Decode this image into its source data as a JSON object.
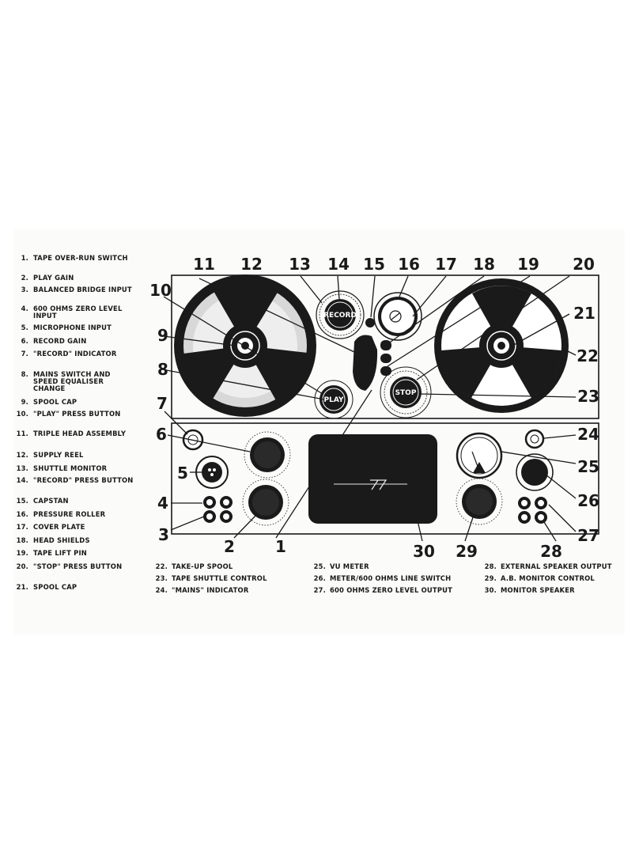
{
  "legend_left": [
    {
      "num": "1.",
      "text": "TAPE OVER-RUN SWITCH"
    },
    {
      "num": "2.",
      "text": "PLAY GAIN"
    },
    {
      "num": "3.",
      "text": "BALANCED BRIDGE INPUT"
    },
    {
      "num": "4.",
      "text": "600 OHMS ZERO LEVEL INPUT"
    },
    {
      "num": "5.",
      "text": "MICROPHONE INPUT"
    },
    {
      "num": "6.",
      "text": "RECORD GAIN"
    },
    {
      "num": "7.",
      "text": "\"RECORD\" INDICATOR"
    },
    {
      "num": "8.",
      "text": "MAINS SWITCH AND SPEED EQUALISER CHANGE"
    },
    {
      "num": "9.",
      "text": "SPOOL CAP"
    },
    {
      "num": "10.",
      "text": "\"PLAY\" PRESS BUTTON"
    },
    {
      "num": "11.",
      "text": "TRIPLE HEAD ASSEMBLY"
    },
    {
      "num": "12.",
      "text": "SUPPLY REEL"
    },
    {
      "num": "13.",
      "text": "SHUTTLE MONITOR"
    },
    {
      "num": "14.",
      "text": "\"RECORD\" PRESS BUTTON"
    },
    {
      "num": "15.",
      "text": "CAPSTAN"
    },
    {
      "num": "16.",
      "text": "PRESSURE ROLLER"
    },
    {
      "num": "17.",
      "text": "COVER PLATE"
    },
    {
      "num": "18.",
      "text": "HEAD SHIELDS"
    },
    {
      "num": "19.",
      "text": "TAPE LIFT PIN"
    },
    {
      "num": "20.",
      "text": "\"STOP\" PRESS BUTTON"
    },
    {
      "num": "21.",
      "text": "SPOOL CAP"
    }
  ],
  "legend_bottom": [
    {
      "num": "22.",
      "text": "TAKE-UP SPOOL"
    },
    {
      "num": "23.",
      "text": "TAPE SHUTTLE CONTROL"
    },
    {
      "num": "24.",
      "text": "\"MAINS\" INDICATOR"
    },
    {
      "num": "25.",
      "text": "VU METER"
    },
    {
      "num": "26.",
      "text": "METER/600 OHMS LINE SWITCH"
    },
    {
      "num": "27.",
      "text": "600 OHMS ZERO LEVEL OUTPUT"
    },
    {
      "num": "28.",
      "text": "EXTERNAL SPEAKER OUTPUT"
    },
    {
      "num": "29.",
      "text": "A.B. MONITOR CONTROL"
    },
    {
      "num": "30.",
      "text": "MONITOR SPEAKER"
    }
  ],
  "callouts": {
    "c1": "1",
    "c2": "2",
    "c3": "3",
    "c4": "4",
    "c5": "5",
    "c6": "6",
    "c7": "7",
    "c8": "8",
    "c9": "9",
    "c10": "10",
    "c11": "11",
    "c12": "12",
    "c13": "13",
    "c14": "14",
    "c15": "15",
    "c16": "16",
    "c17": "17",
    "c18": "18",
    "c19": "19",
    "c20": "20",
    "c21": "21",
    "c22": "22",
    "c23": "23",
    "c24": "24",
    "c25": "25",
    "c26": "26",
    "c27": "27",
    "c28": "28",
    "c29": "29",
    "c30": "30"
  },
  "buttons": {
    "record": "RECORD",
    "play": "PLAY",
    "stop": "STOP"
  }
}
